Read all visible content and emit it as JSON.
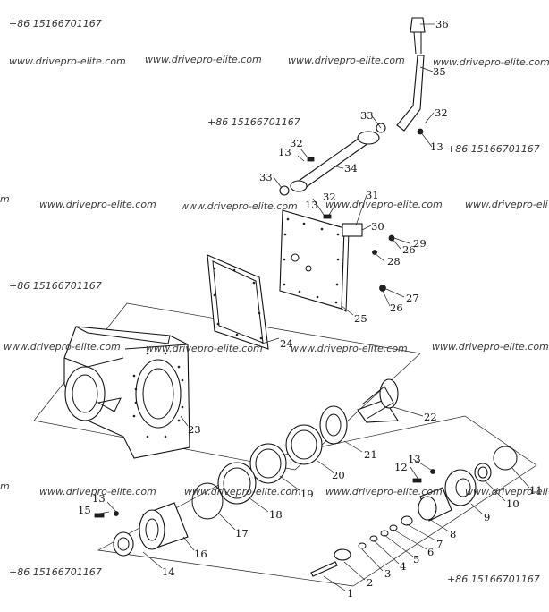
{
  "watermarks": {
    "site": "www.drivepro-elite.com",
    "site_cut_left": "m",
    "site_cut_right": "www.drivepro-eli",
    "phone": "+86 15166701167"
  },
  "callouts": {
    "c1": "1",
    "c2": "2",
    "c3": "3",
    "c4": "4",
    "c5": "5",
    "c6": "6",
    "c7": "7",
    "c8": "8",
    "c9": "9",
    "c10": "10",
    "c11": "11",
    "c12": "12",
    "c13": "13",
    "c14": "14",
    "c15": "15",
    "c16": "16",
    "c17": "17",
    "c18": "18",
    "c19": "19",
    "c20": "20",
    "c21": "21",
    "c22": "22",
    "c23": "23",
    "c24": "24",
    "c25": "25",
    "c26": "26",
    "c27": "27",
    "c28": "28",
    "c29": "29",
    "c30": "30",
    "c31": "31",
    "c32": "32",
    "c33": "33",
    "c34": "34",
    "c35": "35",
    "c36": "36"
  }
}
